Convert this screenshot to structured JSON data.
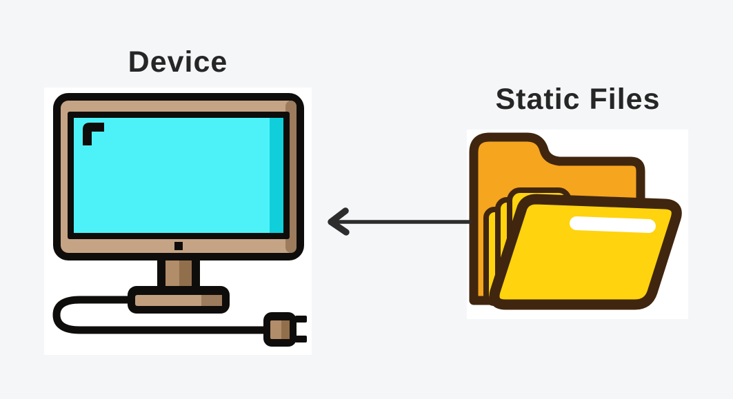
{
  "canvas": {
    "background": "#f5f6f8",
    "card_background": "#ffffff",
    "text_color": "#262626"
  },
  "device": {
    "label": "Device",
    "icon": "computer-monitor-icon",
    "colors": {
      "outline": "#0f0d0b",
      "frame": "#c5a485",
      "frame_shade": "#9d7b5d",
      "screen": "#4df2f8",
      "screen_shade": "#10cfda",
      "stand": "#b28d69",
      "stand_shade": "#926f4c",
      "base_strip": "#c19f7e"
    }
  },
  "static_files": {
    "label": "Static Files",
    "icon": "open-folder-icon",
    "colors": {
      "outline": "#40260f",
      "back_folder": "#f6a51f",
      "sheets": "#ffd30e",
      "front_folder": "#ffd30e",
      "label_strip": "#ffffff"
    }
  },
  "arrow": {
    "icon": "left-arrow",
    "direction": "static-files-to-device",
    "color": "#2d2d2d"
  }
}
